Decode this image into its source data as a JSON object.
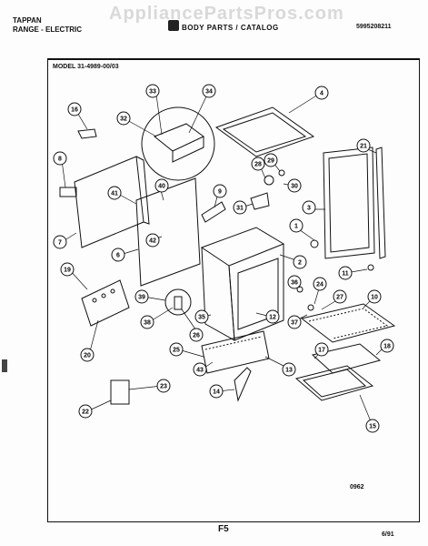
{
  "header": {
    "brand": "TAPPAN",
    "product": "RANGE - ELECTRIC",
    "subtitle": "BODY PARTS / CATALOG",
    "part_number": "5995208211",
    "watermark": "AppliancePartsPros.com"
  },
  "model_label": "MODEL 31-4989-00/03",
  "callouts": [
    "33",
    "34",
    "4",
    "16",
    "32",
    "28",
    "29",
    "30",
    "21",
    "8",
    "41",
    "40",
    "9",
    "31",
    "3",
    "7",
    "42",
    "6",
    "1",
    "2",
    "11",
    "19",
    "39",
    "36",
    "24",
    "27",
    "10",
    "38",
    "26",
    "35",
    "12",
    "37",
    "20",
    "25",
    "17",
    "18",
    "43",
    "13",
    "23",
    "14",
    "22",
    "15"
  ],
  "footer": {
    "ref_code": "0962",
    "page": "F5",
    "date": "6/91"
  },
  "colors": {
    "ink": "#111111",
    "paper": "#fdfdfd"
  }
}
